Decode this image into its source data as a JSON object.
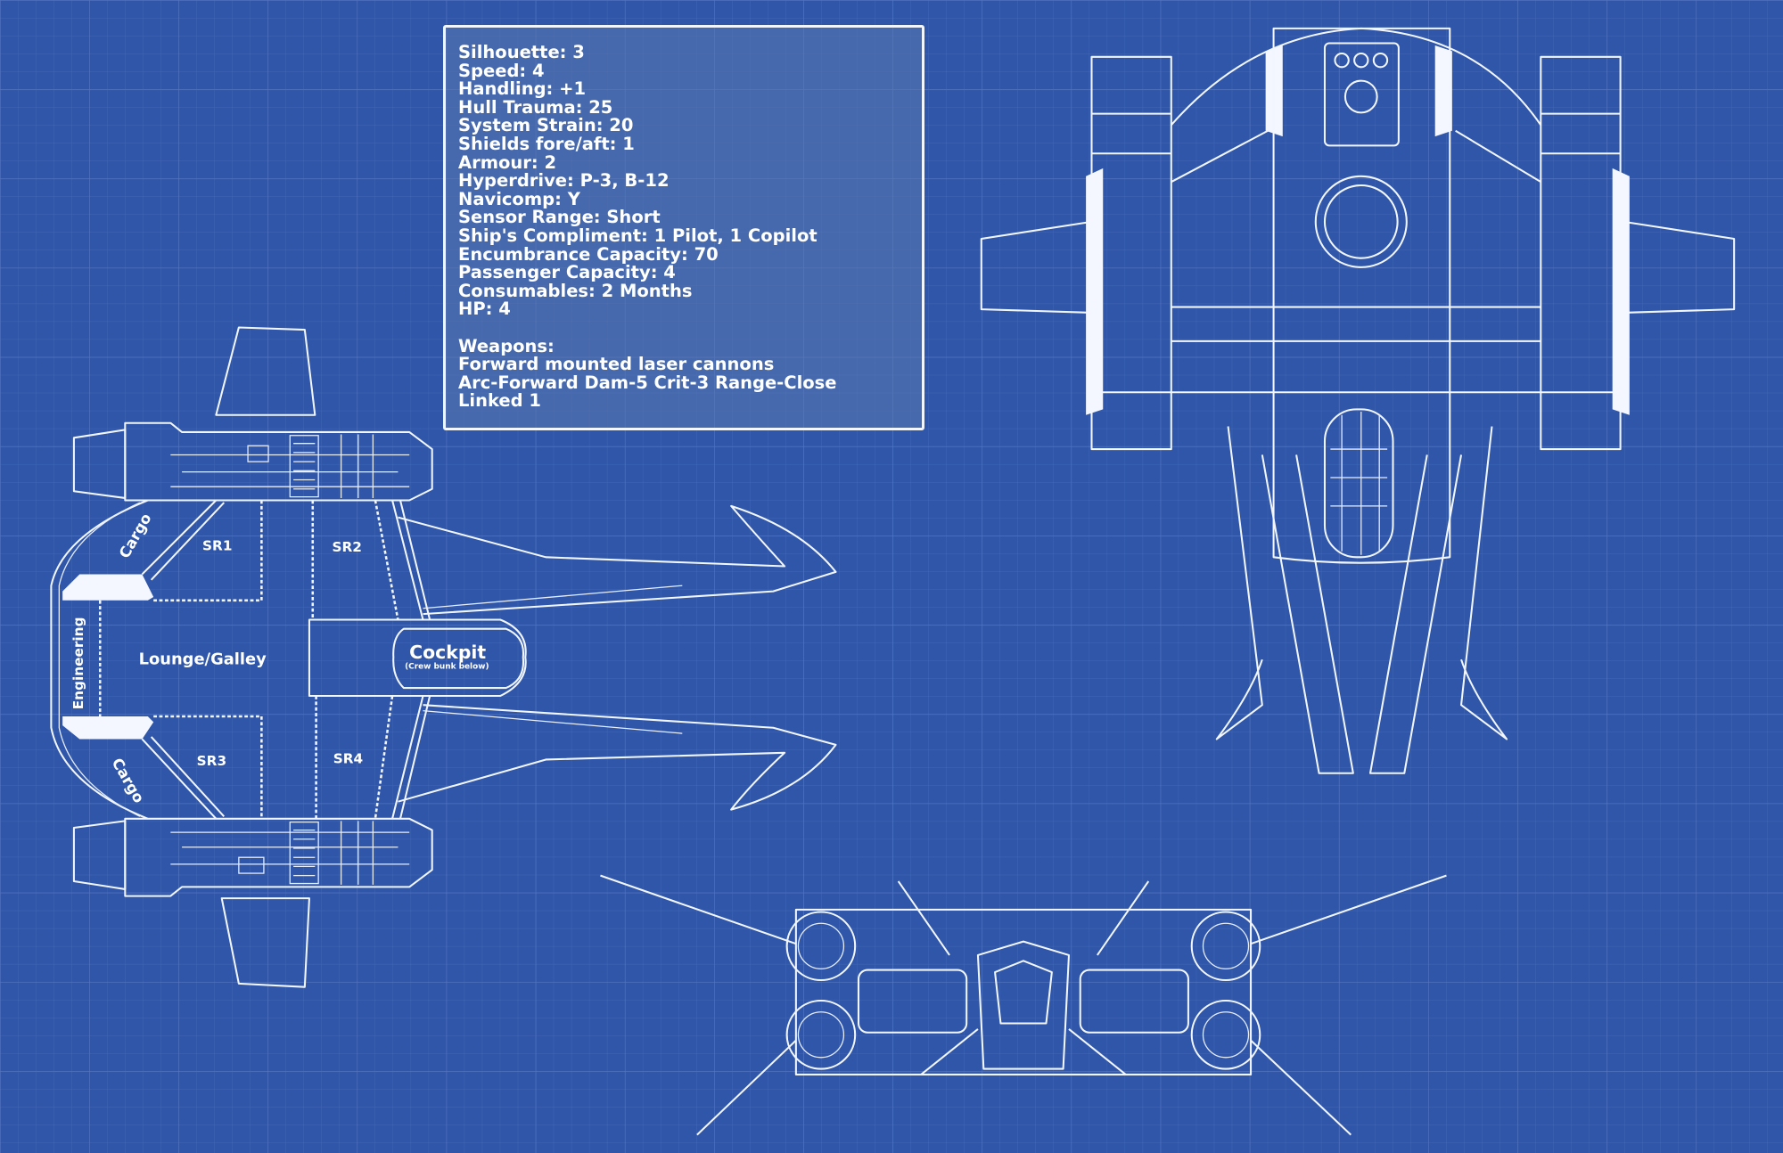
{
  "stats": {
    "lines": [
      "Silhouette: 3",
      "Speed: 4",
      "Handling: +1",
      "Hull Trauma: 25",
      "System Strain: 20",
      "Shields fore/aft: 1",
      "Armour: 2",
      "Hyperdrive: P-3, B-12",
      "Navicomp: Y",
      "Sensor Range: Short",
      "Ship's Compliment: 1 Pilot, 1 Copilot",
      "Encumbrance Capacity: 70",
      "Passenger Capacity: 4",
      "Consumables: 2 Months",
      "HP: 4"
    ],
    "weapons_heading": "Weapons:",
    "weapons": [
      "Forward mounted laser cannons",
      "Arc-Forward Dam-5 Crit-3 Range-Close",
      "Linked 1"
    ]
  },
  "floorplan": {
    "cargo_top": "Cargo",
    "cargo_bottom": "Cargo",
    "sr1": "SR1",
    "sr2": "SR2",
    "sr3": "SR3",
    "sr4": "SR4",
    "lounge": "Lounge/Galley",
    "engineering": "Engineering",
    "cockpit": "Cockpit",
    "cockpit_note": "(Crew bunk below)"
  },
  "colors": {
    "background": "#2f56a9",
    "lines": "#f2f6ff"
  }
}
